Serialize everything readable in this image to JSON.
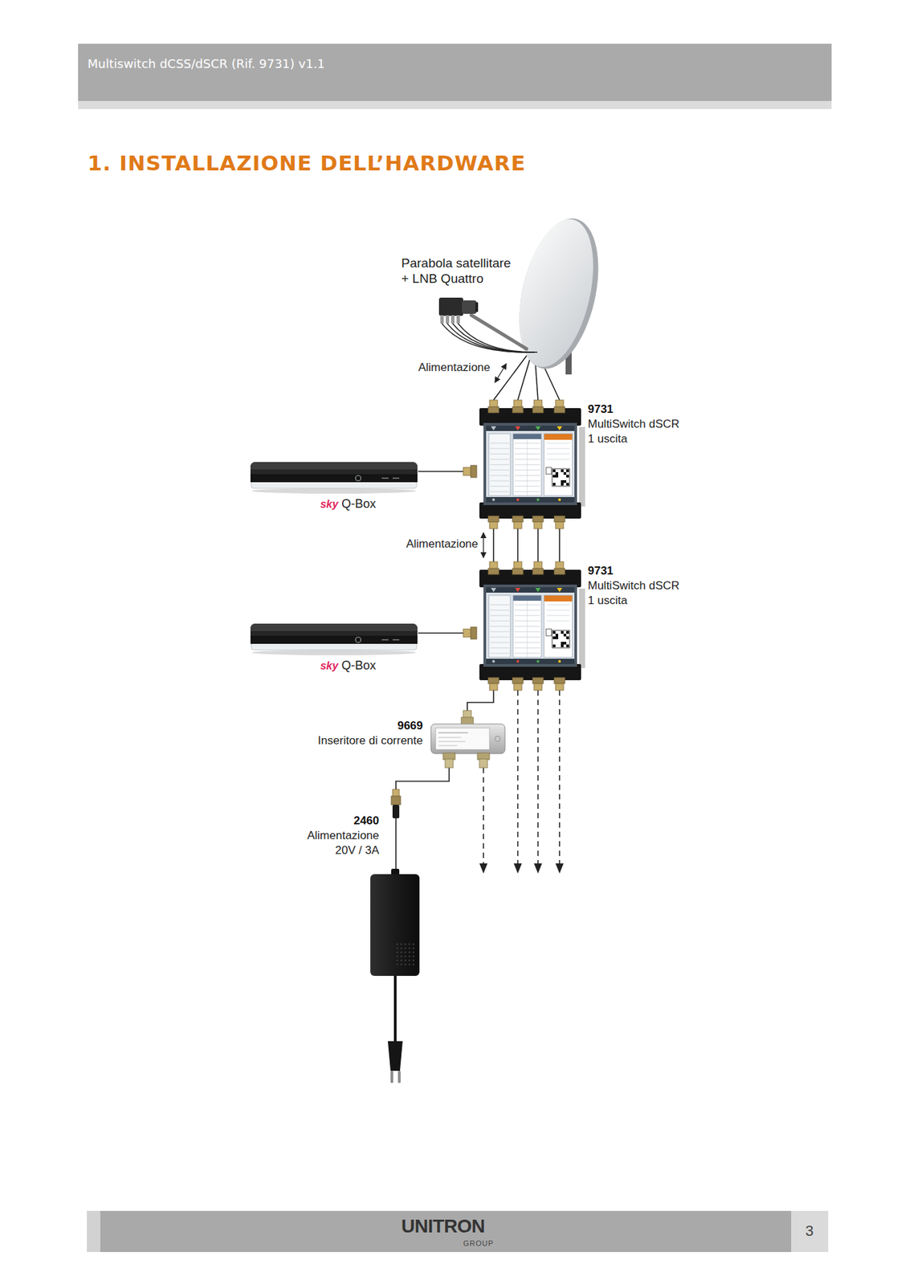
{
  "diagram": {
    "title": "1. INSTALLAZIONE DELL’HARDWARE",
    "nodes": [
      {
        "text": [
          "Parabola satellitare + LNB Quattro"
        ]
      },
      {
        "text": [
          "9731",
          "MultiSwitch dSCR 1 uscita"
        ]
      },
      {
        "text": [
          "sky",
          "Q-Box"
        ]
      },
      {
        "text": [
          "9731",
          "MultiSwitch dSCR 1 uscita"
        ]
      },
      {
        "text": [
          "sky",
          "Q-Box"
        ]
      },
      {
        "text": [
          "9669",
          "Inseritore di corrente"
        ]
      },
      {
        "text": [
          "2460",
          "Alimentazione 20V / 3A"
        ]
      }
    ],
    "edges": [
      {
        "from": 0,
        "to": 1,
        "arrow": "none"
      },
      {
        "from": 0,
        "to": 1,
        "arrow": "none"
      },
      {
        "from": 0,
        "to": 1,
        "arrow": "none"
      },
      {
        "from": 0,
        "to": 1,
        "arrow": "none"
      },
      {
        "from": 1,
        "to": 2,
        "arrow": "none"
      },
      {
        "from": 1,
        "to": 3,
        "arrow": "none"
      },
      {
        "from": 1,
        "to": 3,
        "arrow": "none"
      },
      {
        "from": 1,
        "to": 3,
        "arrow": "none"
      },
      {
        "from": 1,
        "to": 3,
        "arrow": "none"
      },
      {
        "from": 3,
        "to": 4,
        "arrow": "none"
      },
      {
        "from": 3,
        "to": 5,
        "arrow": "none"
      },
      {
        "from": 5,
        "to": 6,
        "arrow": "none"
      }
    ],
    "labels": [
      "Multiswitch dCSS/dSCR (Rif. 9731) v1.1",
      "Alimentazione",
      "Alimentazione",
      "UNITRON",
      "GROUP",
      "3"
    ]
  }
}
